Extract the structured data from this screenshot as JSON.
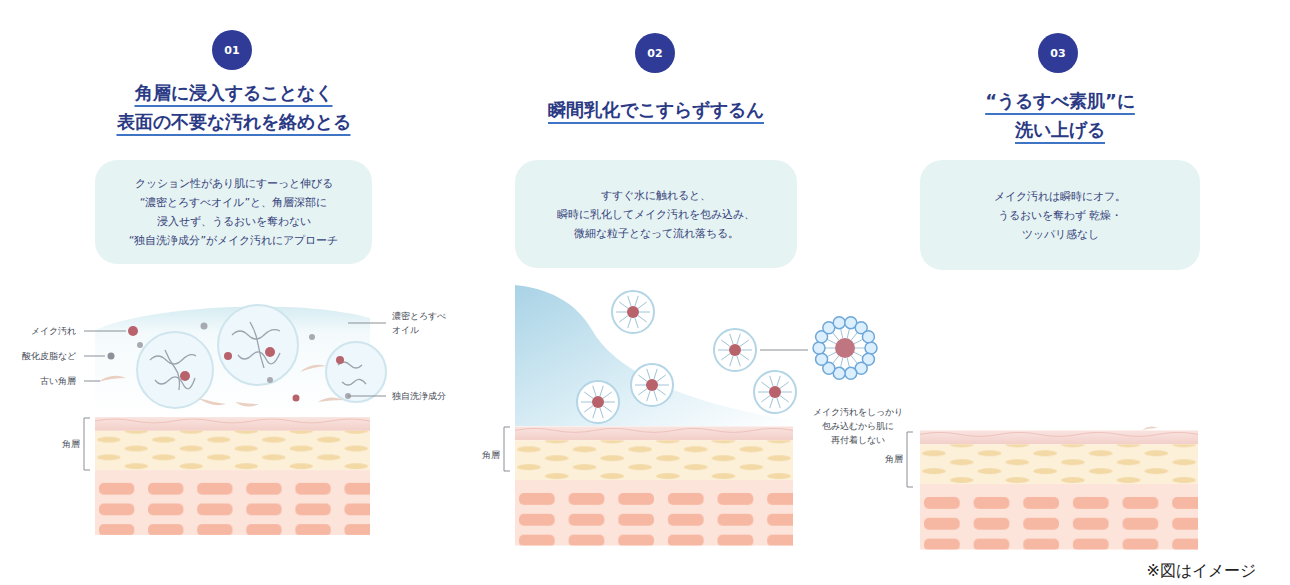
{
  "diagram": {
    "caption": "※図はイメージ",
    "nodes": [
      {
        "text": [
          "01"
        ]
      },
      {
        "text": [
          "角層に浸入することなく 表面の不要な汚れを絡めとる",
          "クッション性があり肌にすーっと伸びる “濃密とろすべオイル”と、角層深部に 浸入せず、うるおいを奪わない “独自洗浄成分”がメイク汚れにアプローチ"
        ]
      },
      {
        "text": [
          "02"
        ]
      },
      {
        "text": [
          "瞬間乳化でこすらずするん",
          "すすぐ水に触れると、 瞬時に乳化してメイク汚れを包み込み、 微細な粒子となって流れ落ちる。"
        ]
      },
      {
        "text": [
          "03"
        ]
      },
      {
        "text": [
          "“うるすべ素肌”に 洗い上げる",
          "メイク汚れは瞬時にオフ。 うるおいを奪わず 乾燥・ツッパリ感なし"
        ]
      }
    ],
    "labels": [
      "メイク汚れ",
      "酸化皮脂など",
      "古い角層",
      "濃密とろすべオイル",
      "独自洗浄成分",
      "角層",
      "角層",
      "メイク汚れをしっかり 包み込むから肌に 再付着しない",
      "角層"
    ]
  }
}
